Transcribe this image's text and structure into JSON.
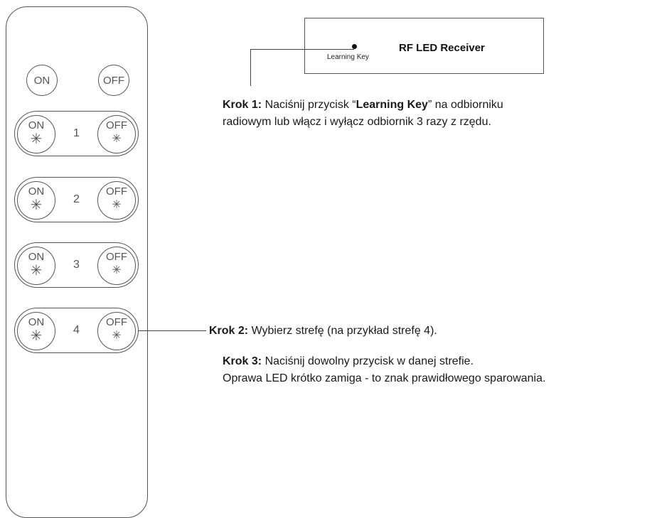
{
  "remote": {
    "top_on": "ON",
    "top_off": "OFF",
    "zones": [
      {
        "number": "1",
        "on": "ON",
        "off": "OFF",
        "on_star": "✳",
        "off_star": "✳"
      },
      {
        "number": "2",
        "on": "ON",
        "off": "OFF",
        "on_star": "✳",
        "off_star": "✳"
      },
      {
        "number": "3",
        "on": "ON",
        "off": "OFF",
        "on_star": "✳",
        "off_star": "✳"
      },
      {
        "number": "4",
        "on": "ON",
        "off": "OFF",
        "on_star": "✳",
        "off_star": "✳"
      }
    ]
  },
  "receiver": {
    "title": "RF LED Receiver",
    "learning_key_label": "Learning Key"
  },
  "steps": {
    "step1": {
      "prefix": "Krok 1:",
      "text_a": " Naciśnij przycisk “",
      "key": "Learning Key",
      "text_b": "” na odbiorniku",
      "line2": "radiowym lub włącz i wyłącz odbiornik 3 razy z rzędu."
    },
    "step2": {
      "prefix": "Krok 2:",
      "text": " Wybierz strefę (na przykład strefę 4)."
    },
    "step3": {
      "prefix": "Krok 3:",
      "text": " Naciśnij dowolny przycisk w danej strefie.",
      "line2": "Oprawa LED krótko zamiga - to znak prawidłowego sparowania."
    }
  }
}
